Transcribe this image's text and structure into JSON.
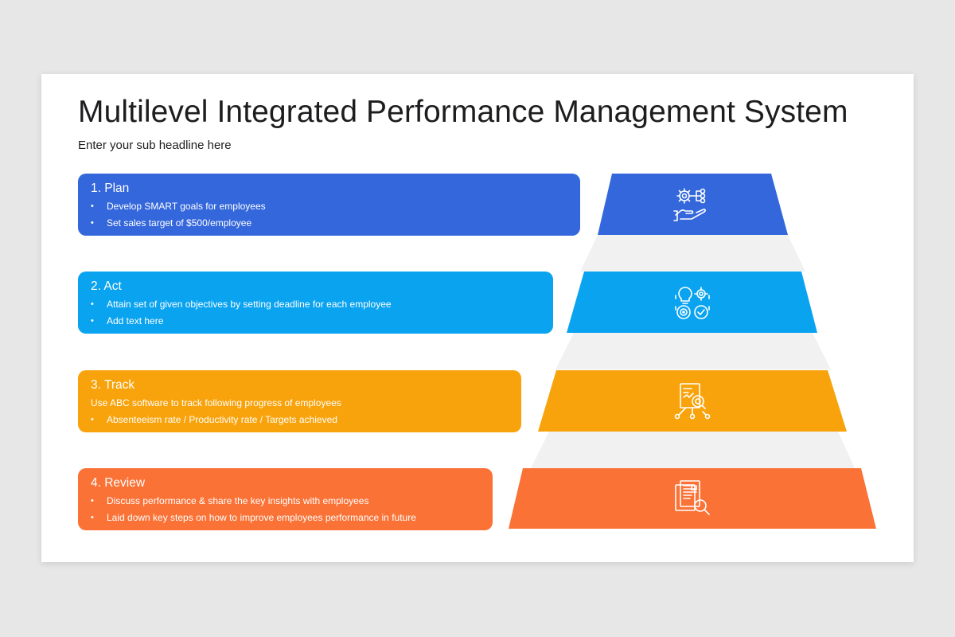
{
  "title": "Multilevel Integrated Performance Management System",
  "subtitle": "Enter your sub headline here",
  "colors": {
    "plan": "#3467db",
    "act": "#0aa3f0",
    "track": "#f8a30b",
    "review": "#fa7236",
    "pyramid_gap": "#f1f1f1"
  },
  "steps": [
    {
      "heading": "1. Plan",
      "lines": [
        {
          "bullet": "•",
          "text": "Develop SMART goals for employees"
        },
        {
          "bullet": "•",
          "text": "Set sales target of $500/employee"
        }
      ],
      "icon": "gear-hand-icon"
    },
    {
      "heading": "2. Act",
      "lines": [
        {
          "bullet": "•",
          "text": "Attain set of given objectives by setting deadline for each employee"
        },
        {
          "bullet": "•",
          "text": "Add text here"
        }
      ],
      "icon": "objectives-grid-icon"
    },
    {
      "heading": "3. Track",
      "lines": [
        {
          "bullet": "",
          "text": "Use ABC software to track following progress of employees"
        },
        {
          "bullet": "•",
          "text": "Absenteeism  rate / Productivity rate / Targets achieved"
        }
      ],
      "icon": "tracking-report-icon"
    },
    {
      "heading": "4. Review",
      "lines": [
        {
          "bullet": "•",
          "text": "Discuss performance & share the key insights with employees"
        },
        {
          "bullet": "•",
          "text": "Laid down key steps on how to improve employees performance in future"
        }
      ],
      "icon": "document-search-icon"
    }
  ]
}
